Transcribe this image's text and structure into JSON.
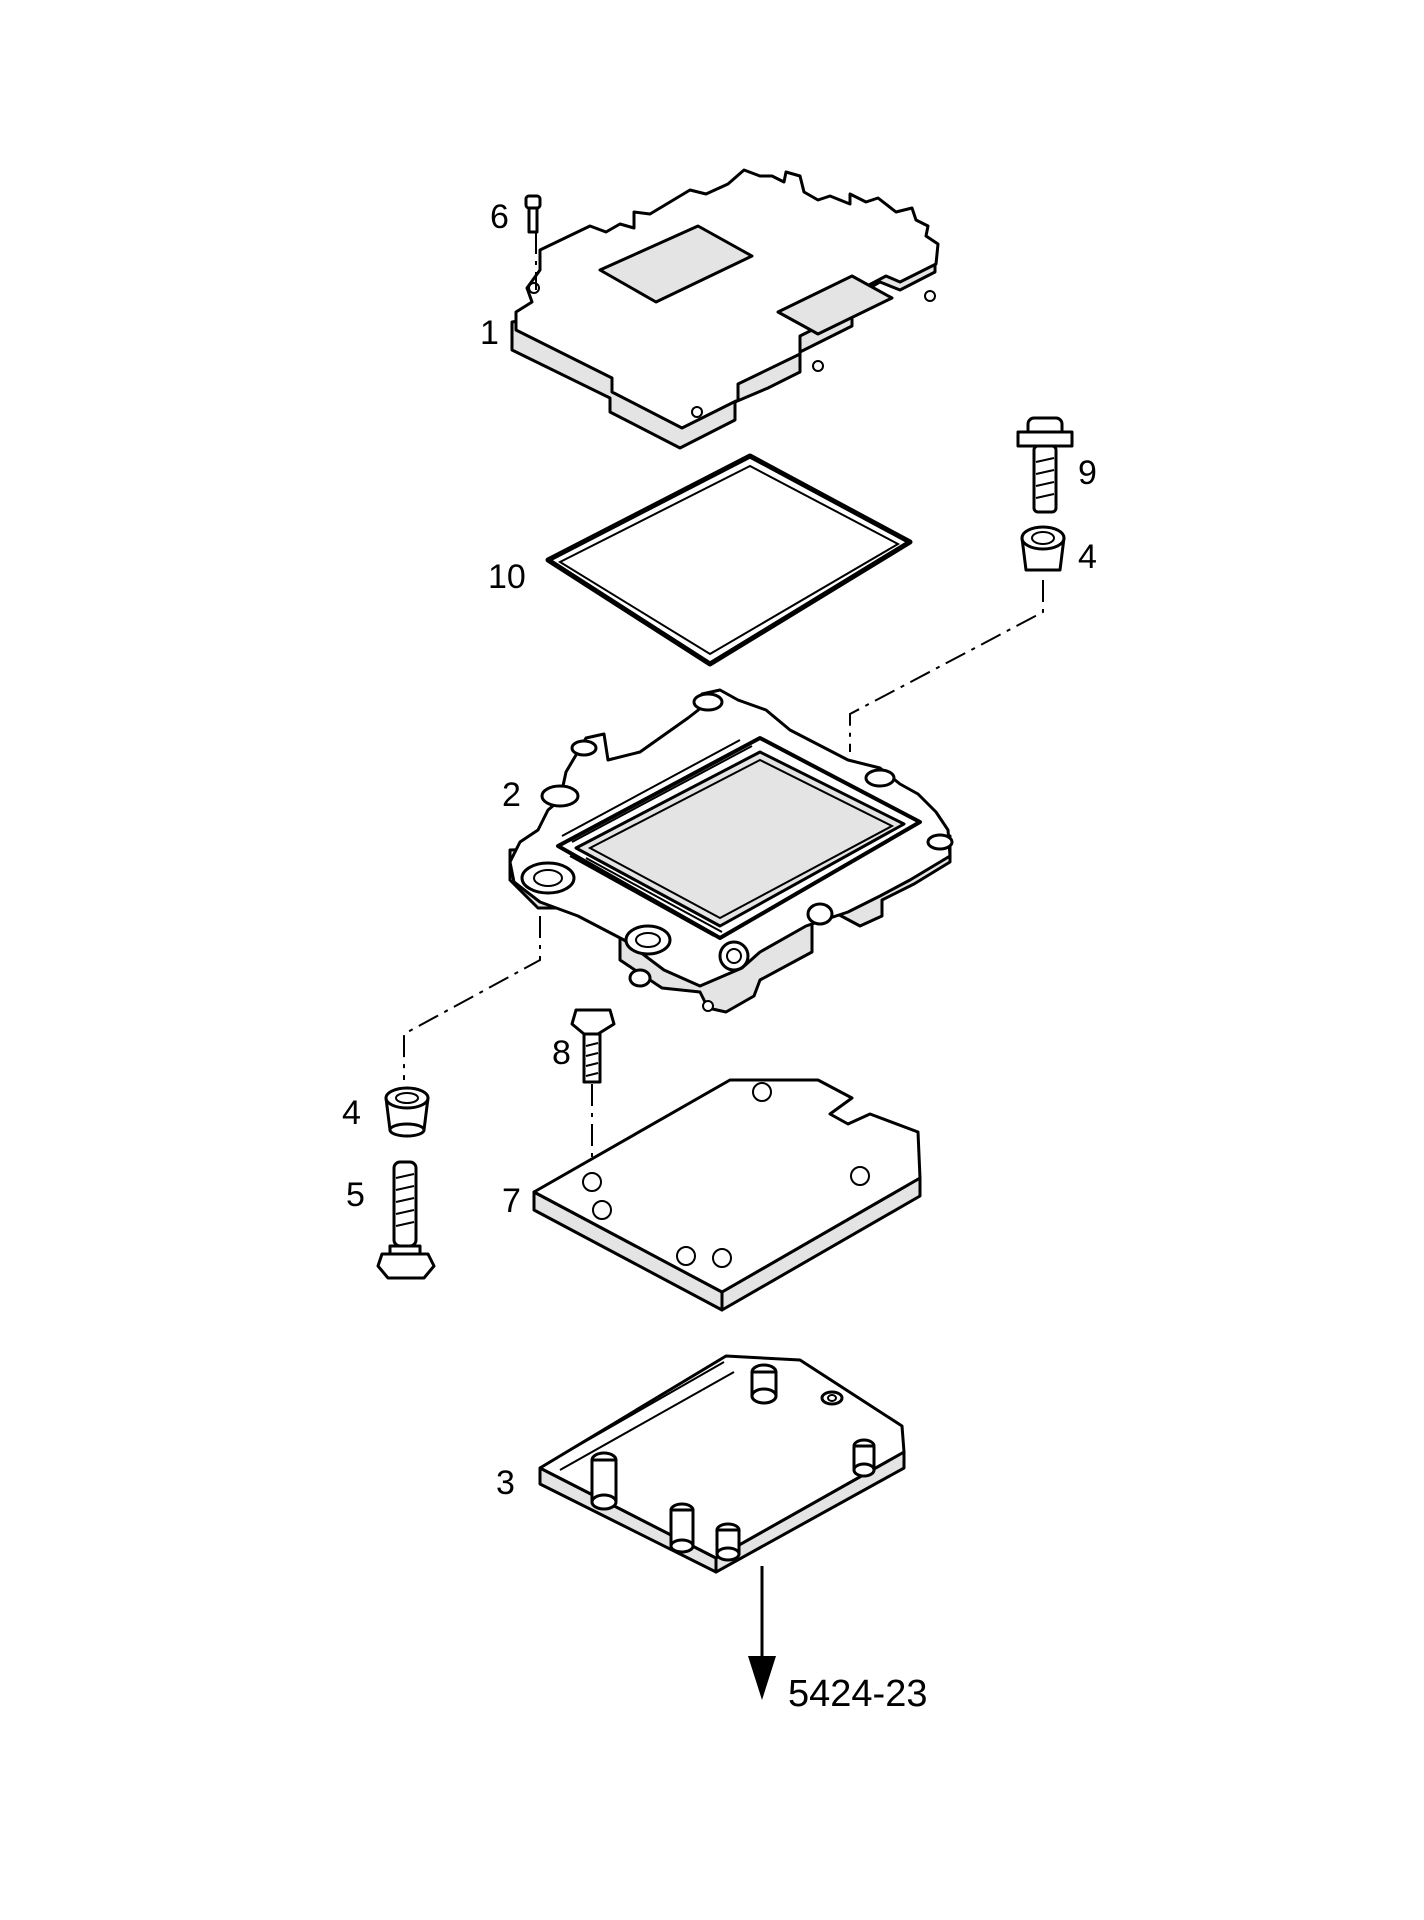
{
  "callouts": {
    "c1": "1",
    "c2": "2",
    "c3": "3",
    "c4_top": "4",
    "c4_bottom": "4",
    "c5": "5",
    "c6": "6",
    "c7": "7",
    "c8": "8",
    "c9": "9",
    "c10": "10"
  },
  "reference": {
    "label": "5424-23"
  },
  "colors": {
    "line": "#000000",
    "fill": "#ffffff",
    "shade": "#e4e4e4"
  }
}
